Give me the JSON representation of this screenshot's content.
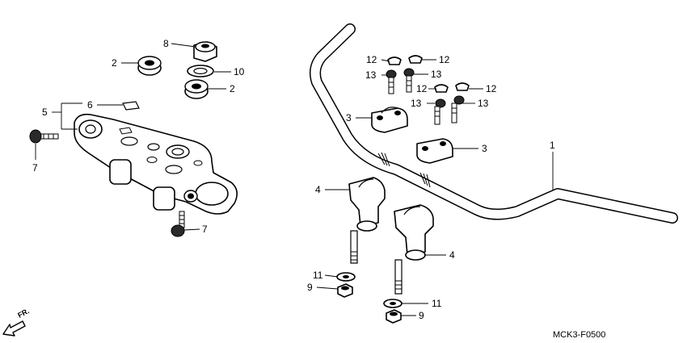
{
  "callouts": {
    "c1": "1",
    "c2a": "2",
    "c2b": "2",
    "c3a": "3",
    "c3b": "3",
    "c4a": "4",
    "c4b": "4",
    "c5": "5",
    "c6": "6",
    "c7a": "7",
    "c7b": "7",
    "c8": "8",
    "c9a": "9",
    "c9b": "9",
    "c10": "10",
    "c11a": "11",
    "c11b": "11",
    "c12a": "12",
    "c12b": "12",
    "c12c": "12",
    "c12d": "12",
    "c13a": "13",
    "c13b": "13",
    "c13c": "13",
    "c13d": "13"
  },
  "diagram_code": "MCK3-F0500",
  "direction_label": "FR."
}
